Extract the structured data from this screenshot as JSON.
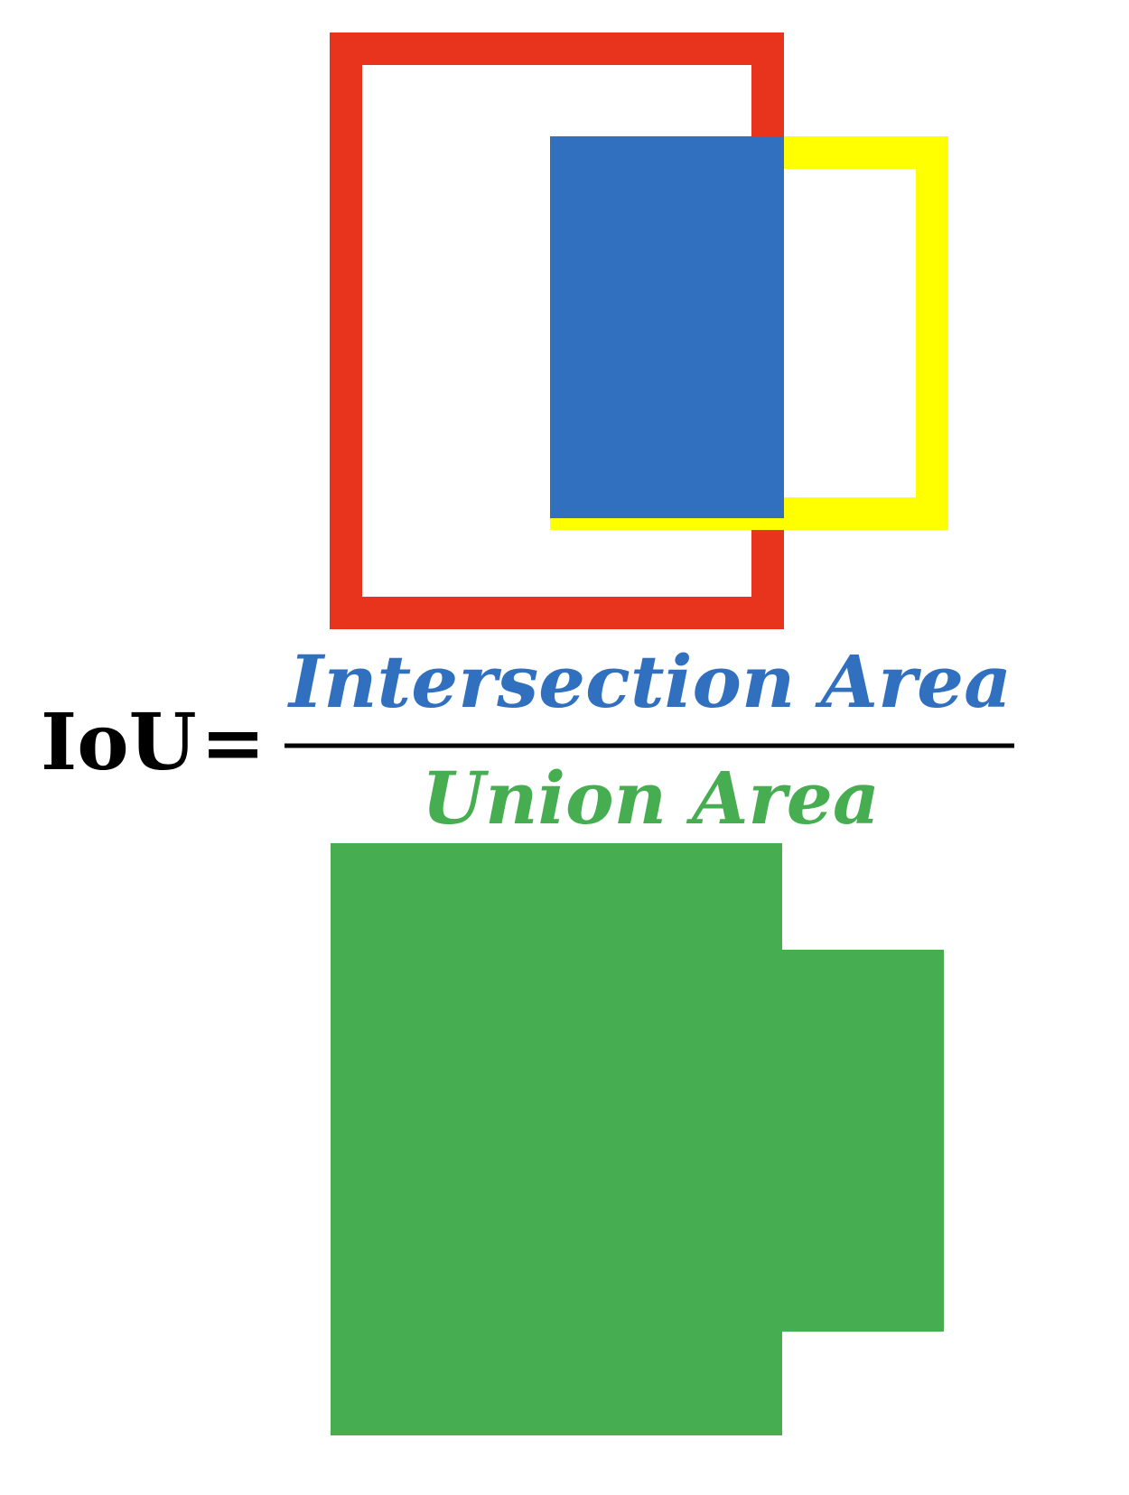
{
  "formula": {
    "lhs": "IoU",
    "equals": "=",
    "numerator": "Intersection Area",
    "denominator": "Union Area"
  },
  "colors": {
    "box_a": "#E8341C",
    "box_b": "#FFFF00",
    "intersection": "#3070BE",
    "union": "#46AD51",
    "ink": "#000000",
    "background": "#FFFFFF"
  }
}
